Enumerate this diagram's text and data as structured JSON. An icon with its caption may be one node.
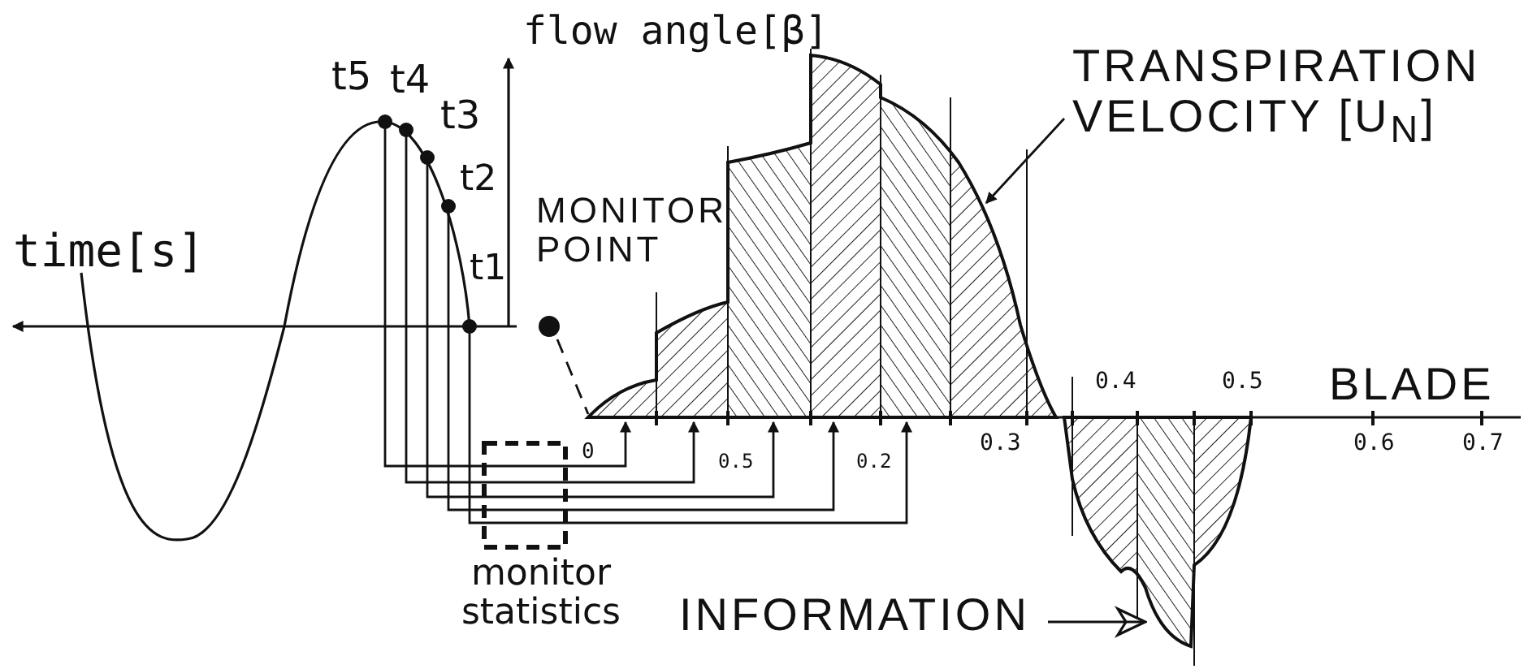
{
  "diagram": {
    "nodes": [
      {
        "text": [
          "t5"
        ]
      },
      {
        "text": [
          "t4"
        ]
      },
      {
        "text": [
          "t3"
        ]
      },
      {
        "text": [
          "t2"
        ]
      },
      {
        "text": [
          "t1"
        ]
      },
      {
        "text": [
          "MONITOR POINT"
        ]
      },
      {
        "text": [
          "monitor statistics"
        ]
      },
      {
        "text": [
          "TRANSPIRATION VELOCITY [U$_{N}$]"
        ]
      },
      {
        "text": [
          "INFORMATION"
        ]
      }
    ],
    "edges": [
      {
        "from": 0,
        "to": null,
        "arrow": "to"
      },
      {
        "from": 1,
        "to": null,
        "arrow": "to"
      },
      {
        "from": 2,
        "to": null,
        "arrow": "to"
      },
      {
        "from": 3,
        "to": null,
        "arrow": "to"
      },
      {
        "from": 4,
        "to": null,
        "arrow": "to"
      },
      {
        "from": 5,
        "to": null,
        "arrow": "none",
        "style": "dashed"
      },
      {
        "from": 7,
        "to": null,
        "arrow": "to"
      },
      {
        "from": 8,
        "to": null,
        "arrow": "to"
      }
    ],
    "labels": [
      "flow angle[β]",
      "time[s]",
      "0.4",
      "0.5",
      "BLADE",
      "0",
      "0.5",
      "0.2",
      "0.3",
      "0.6",
      "0.7"
    ]
  }
}
